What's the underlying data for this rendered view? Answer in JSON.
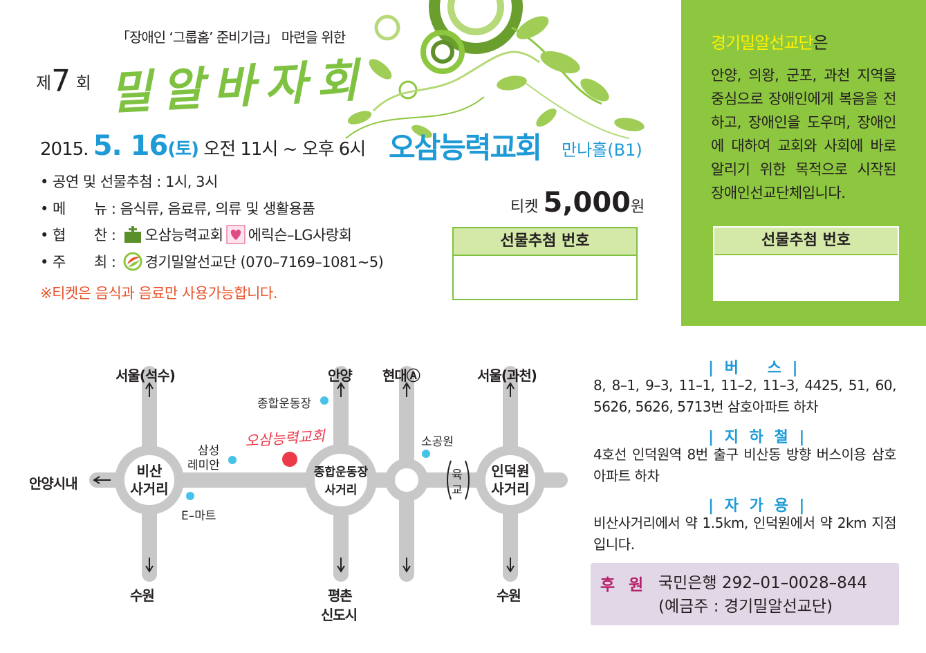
{
  "header": {
    "subtitle": "「장애인 ‘그룹홈’ 준비기금」 마련을 위한",
    "edition_prefix": "제",
    "edition_number": "7",
    "edition_suffix": "회",
    "title": "밀알바자회"
  },
  "event": {
    "year": "2015.",
    "month_day": "5. 16",
    "weekday": "(토)",
    "time": "오전 11시 ~ 오후 6시",
    "venue": "오삼능력교회",
    "hall": "만나홀(B1)"
  },
  "info_list": [
    {
      "label": "• 공연 및 선물추첨 : ",
      "value": "1시, 3시"
    },
    {
      "label": "• 메　　뉴 : ",
      "value": "음식류, 음료류, 의류 및 생활용품"
    },
    {
      "label": "• 협　　찬 : ",
      "value": "오삼능력교회",
      "value2": "에릭슨–LG사랑회"
    },
    {
      "label": "• 주　　최 : ",
      "value": "경기밀알선교단 (070–7169–1081~5)"
    }
  ],
  "notice": "※티켓은 음식과 음료만 사용가능합니다.",
  "ticket": {
    "label": "티켓",
    "price": "5,000",
    "unit": "원"
  },
  "draw_box": {
    "heading": "선물추첨 번호"
  },
  "side_panel": {
    "title": "경기밀알선교단",
    "title_tail": "은",
    "body": "안양, 의왕, 군포, 과천 지역을 중심으로 장애인에게 복음을 전하고, 장애인을 도우며, 장애인에 대하여 교회와 사회에 바로 알리기 위한 목적으로 시작된 장애인선교단체입니다.",
    "draw_heading": "선물추첨 번호"
  },
  "map": {
    "seoul_seoksu": "서울(석수)",
    "anyang": "안양",
    "hyundai": "현대Ⓐ",
    "seoul_gwacheon": "서울(과천)",
    "anyang_downtown": "안양시내",
    "suwon_left": "수원",
    "pyeongchon_1": "평촌",
    "pyeongchon_2": "신도시",
    "suwon_right": "수원",
    "bisan_1": "비산",
    "bisan_2": "사거리",
    "stadium_1": "종합운동장",
    "stadium_2": "사거리",
    "indeogwon_1": "인덕원",
    "indeogwon_2": "사거리",
    "stadium_poi": "종합운동장",
    "samsung_1": "삼성",
    "samsung_2": "레미안",
    "emart": "E–마트",
    "park": "소공원",
    "overpass_1": "육",
    "overpass_2": "교",
    "church": "오삼능력교회"
  },
  "directions": {
    "bus_heading": "| 버　 스 |",
    "bus_text": "8, 8–1, 9–3, 11–1, 11–2, 11–3, 4425, 51, 60, 5626, 5626, 5713번 삼호아파트 하차",
    "subway_heading": "| 지 하 철 |",
    "subway_text": "4호선 인덕원역 8번 출구 비산동 방향 버스이용 삼호아파트 하차",
    "car_heading": "| 자 가 용 |",
    "car_text": "비산사거리에서 약 1.5km, 인덕원에서 약 2km 지점입니다."
  },
  "donation": {
    "label": "후 원",
    "line1": "국민은행 292–01–0028–844",
    "line2": "(예금주 : 경기밀알선교단)"
  },
  "colors": {
    "green": "#8dc63f",
    "blue": "#1e9ad6",
    "red": "#e8532b",
    "yellow": "#fff200",
    "road": "#c8c8c9",
    "dot": "#45c2e8",
    "church_dot": "#ec3a4b"
  }
}
